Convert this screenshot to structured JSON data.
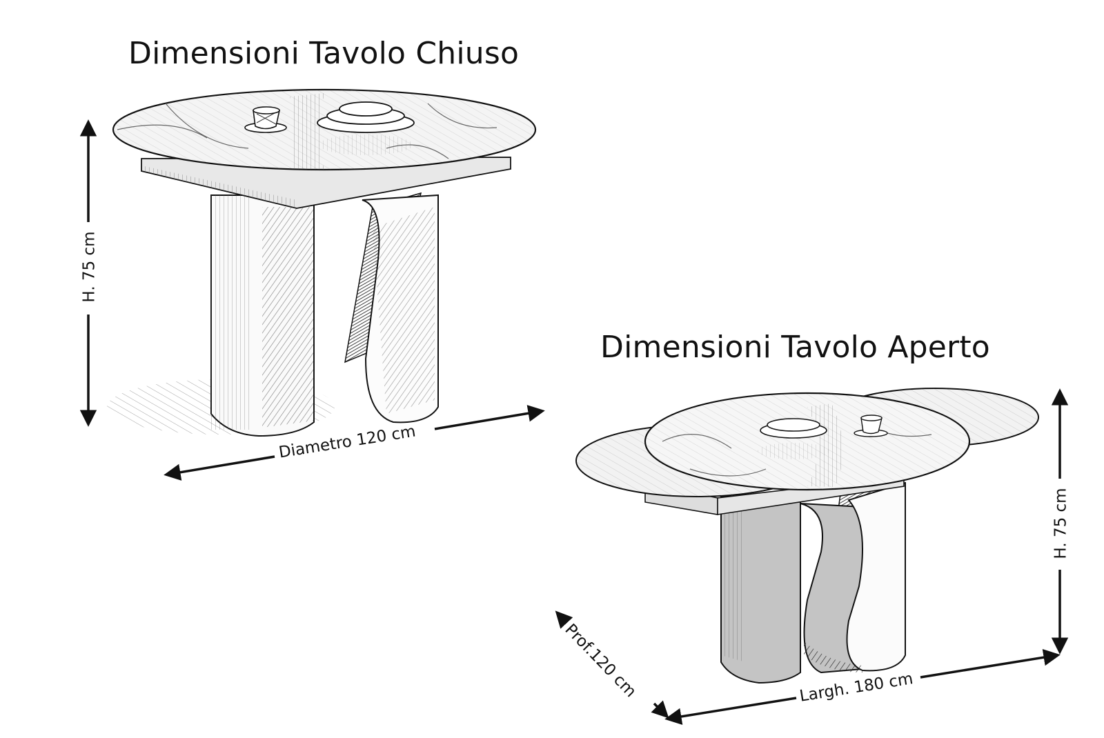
{
  "closed_table": {
    "title": "Dimensioni Tavolo Chiuso",
    "height_label": "H. 75 cm",
    "diameter_label": "Diametro 120 cm"
  },
  "open_table": {
    "title": "Dimensioni Tavolo Aperto",
    "height_label": "H. 75 cm",
    "depth_label": "Prof.120 cm",
    "width_label": "Largh. 180 cm"
  },
  "colors": {
    "ink": "#111111",
    "shade": "#bdbdbd",
    "marble": "#f4f4f4"
  }
}
